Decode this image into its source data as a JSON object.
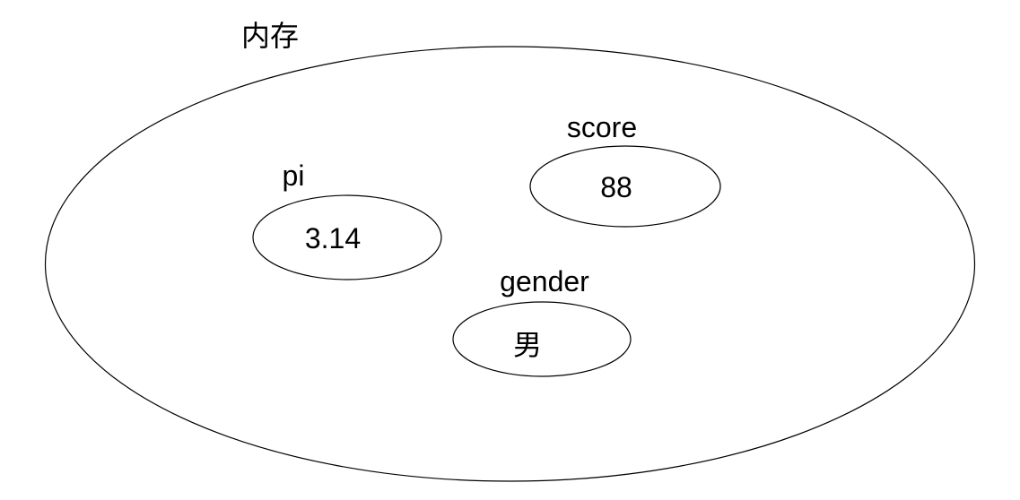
{
  "diagram": {
    "title": "内存",
    "variables": [
      {
        "name": "pi",
        "value": "3.14"
      },
      {
        "name": "score",
        "value": "88"
      },
      {
        "name": "gender",
        "value": "男"
      }
    ]
  },
  "colors": {
    "background": "#ffffff",
    "stroke": "#000000",
    "text": "#000000"
  }
}
